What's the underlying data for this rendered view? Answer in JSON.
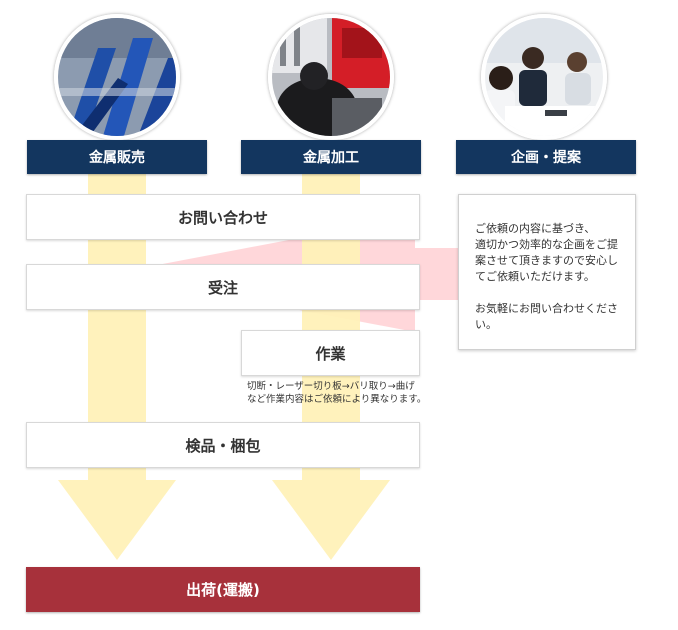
{
  "categories": [
    {
      "id": "sales",
      "label": "金属販売",
      "photo_icon": "steel-profiles-photo-icon"
    },
    {
      "id": "processing",
      "label": "金属加工",
      "photo_icon": "factory-worker-photo-icon"
    },
    {
      "id": "planning",
      "label": "企画・提案",
      "photo_icon": "business-meeting-photo-icon"
    }
  ],
  "steps": {
    "inquiry": "お問い合わせ",
    "order": "受注",
    "work": "作業",
    "inspection": "検品・梱包",
    "shipping": "出荷(運搬)"
  },
  "work_note": {
    "line1": "切断・レーザー切り板→バリ取り→曲げ",
    "line2": "など作業内容はご依頼により異なります。"
  },
  "planning_note": {
    "line1": "ご依頼の内容に基づき、",
    "line2": "適切かつ効率的な企画をご提",
    "line3": "案させて頂きますので安心し",
    "line4": "てご依頼いただけます。",
    "line5": "お気軽にお問い合わせください。"
  },
  "colors": {
    "header_blue": "#13365f",
    "yellow_arrow": "#fff0b4",
    "pink_arrow": "#ffcccf",
    "shipping_red": "#a7313b"
  }
}
